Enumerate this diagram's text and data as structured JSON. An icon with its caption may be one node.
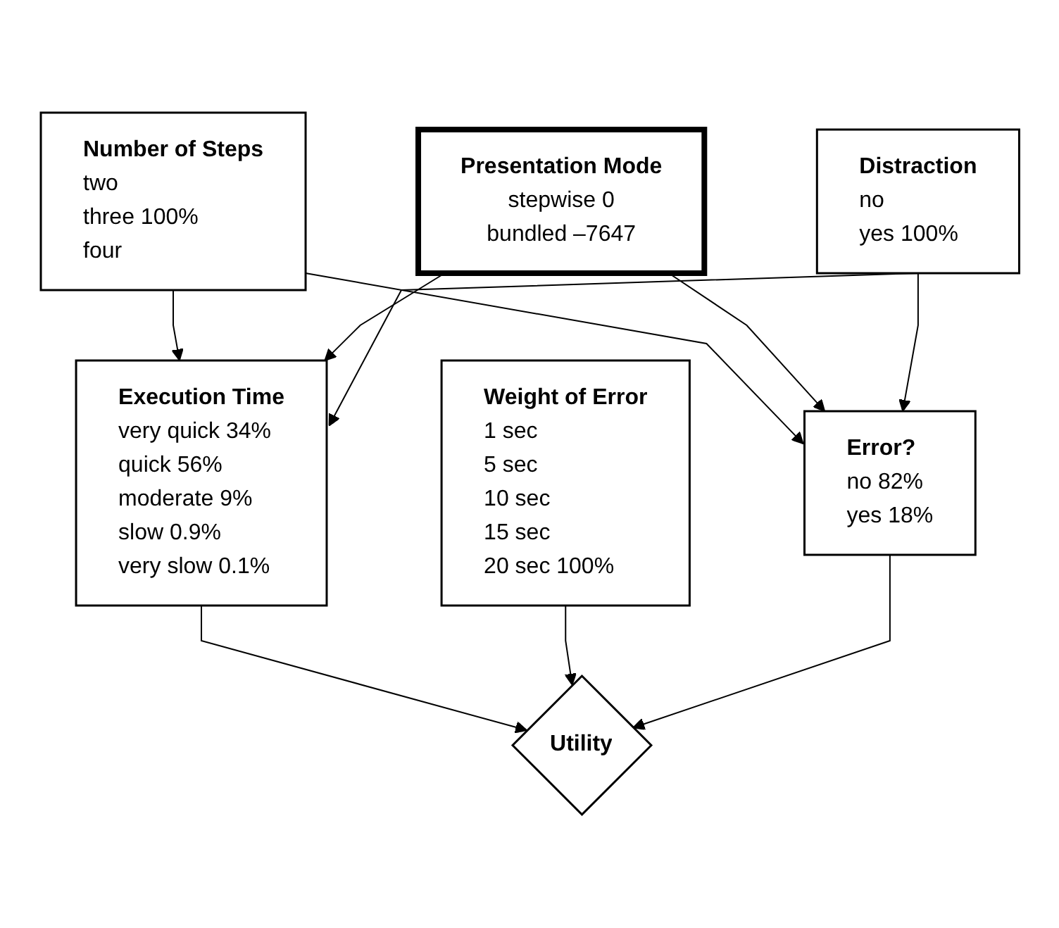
{
  "diagram": {
    "nodes": [
      {
        "text": [
          "Number of Steps",
          "two",
          "three 100%",
          "four"
        ]
      },
      {
        "text": [
          "Presentation Mode",
          "stepwise 0",
          "bundled –7647"
        ]
      },
      {
        "text": [
          "Distraction",
          "no",
          "yes 100%"
        ]
      },
      {
        "text": [
          "Execution Time",
          "very quick 34%",
          "quick 56%",
          "moderate 9%",
          "slow 0.9%",
          "very slow 0.1%"
        ]
      },
      {
        "text": [
          "Weight of Error",
          "1 sec",
          "5 sec",
          "10 sec",
          "15 sec",
          "20 sec 100%"
        ]
      },
      {
        "text": [
          "Error?",
          "no 82%",
          "yes 18%"
        ]
      },
      {
        "text": [
          "Utility"
        ]
      }
    ],
    "edges": [
      {
        "from": 0,
        "to": 3,
        "arrow": "to"
      },
      {
        "from": 0,
        "to": 5,
        "arrow": "to"
      },
      {
        "from": 1,
        "to": 3,
        "arrow": "to"
      },
      {
        "from": 1,
        "to": 5,
        "arrow": "to"
      },
      {
        "from": 2,
        "to": 3,
        "arrow": "to"
      },
      {
        "from": 2,
        "to": 5,
        "arrow": "to"
      },
      {
        "from": 3,
        "to": 6,
        "arrow": "to"
      },
      {
        "from": 4,
        "to": 6,
        "arrow": "to"
      },
      {
        "from": 5,
        "to": 6,
        "arrow": "to"
      }
    ]
  }
}
